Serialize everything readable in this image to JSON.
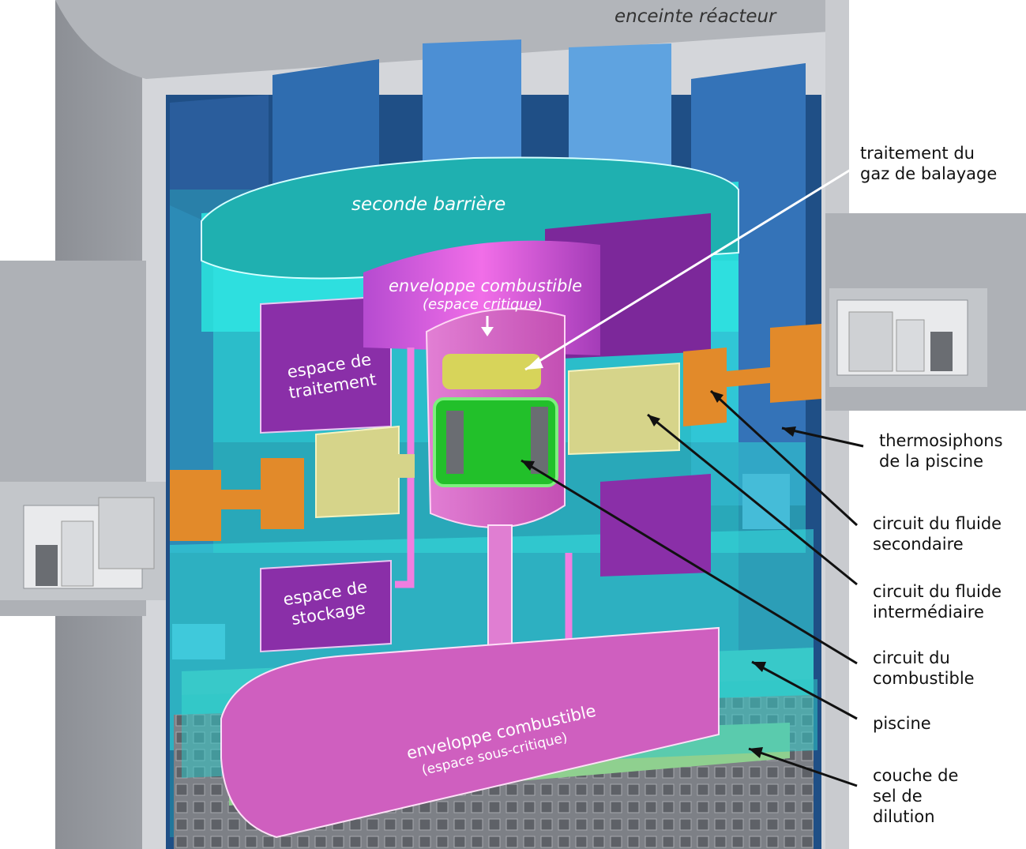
{
  "inner_labels": {
    "enceinte": "enceinte réacteur",
    "seconde_barriere": "seconde barrière",
    "enveloppe_critique": "enveloppe combustible",
    "enveloppe_critique_sub": "(espace critique)",
    "espace_traitement": "espace de\ntraitement",
    "espace_stockage": "espace de\nstockage",
    "enveloppe_sous_critique": "enveloppe combustible",
    "enveloppe_sous_critique_sub": "(espace sous-critique)"
  },
  "callouts": {
    "traitement_gaz": "traitement du\ngaz de balayage",
    "thermosiphons": "thermosiphons\nde la piscine",
    "fluide_secondaire": "circuit du fluide\nsecondaire",
    "fluide_intermediaire": "circuit du fluide\nintermédiaire",
    "circuit_combustible": "circuit du\ncombustible",
    "piscine": "piscine",
    "couche_sel": "couche de\nsel de\ndilution"
  },
  "colors": {
    "concrete": "#b9bcc2",
    "concrete_dark": "#8e9197",
    "shield_blue": "#2f6db0",
    "shield_light": "#5fa3e0",
    "cyan_frame": "#3ee6e6",
    "teal_barrier": "#20a8a8",
    "purple": "#8a2fa8",
    "magenta": "#e060d0",
    "pink_enclosure": "#d466c4",
    "fuel_green": "#22c02a",
    "yellow_exchanger": "#d6d48a",
    "orange_thermosiphon": "#e28a2a",
    "dilution_green": "#8fd08f"
  }
}
